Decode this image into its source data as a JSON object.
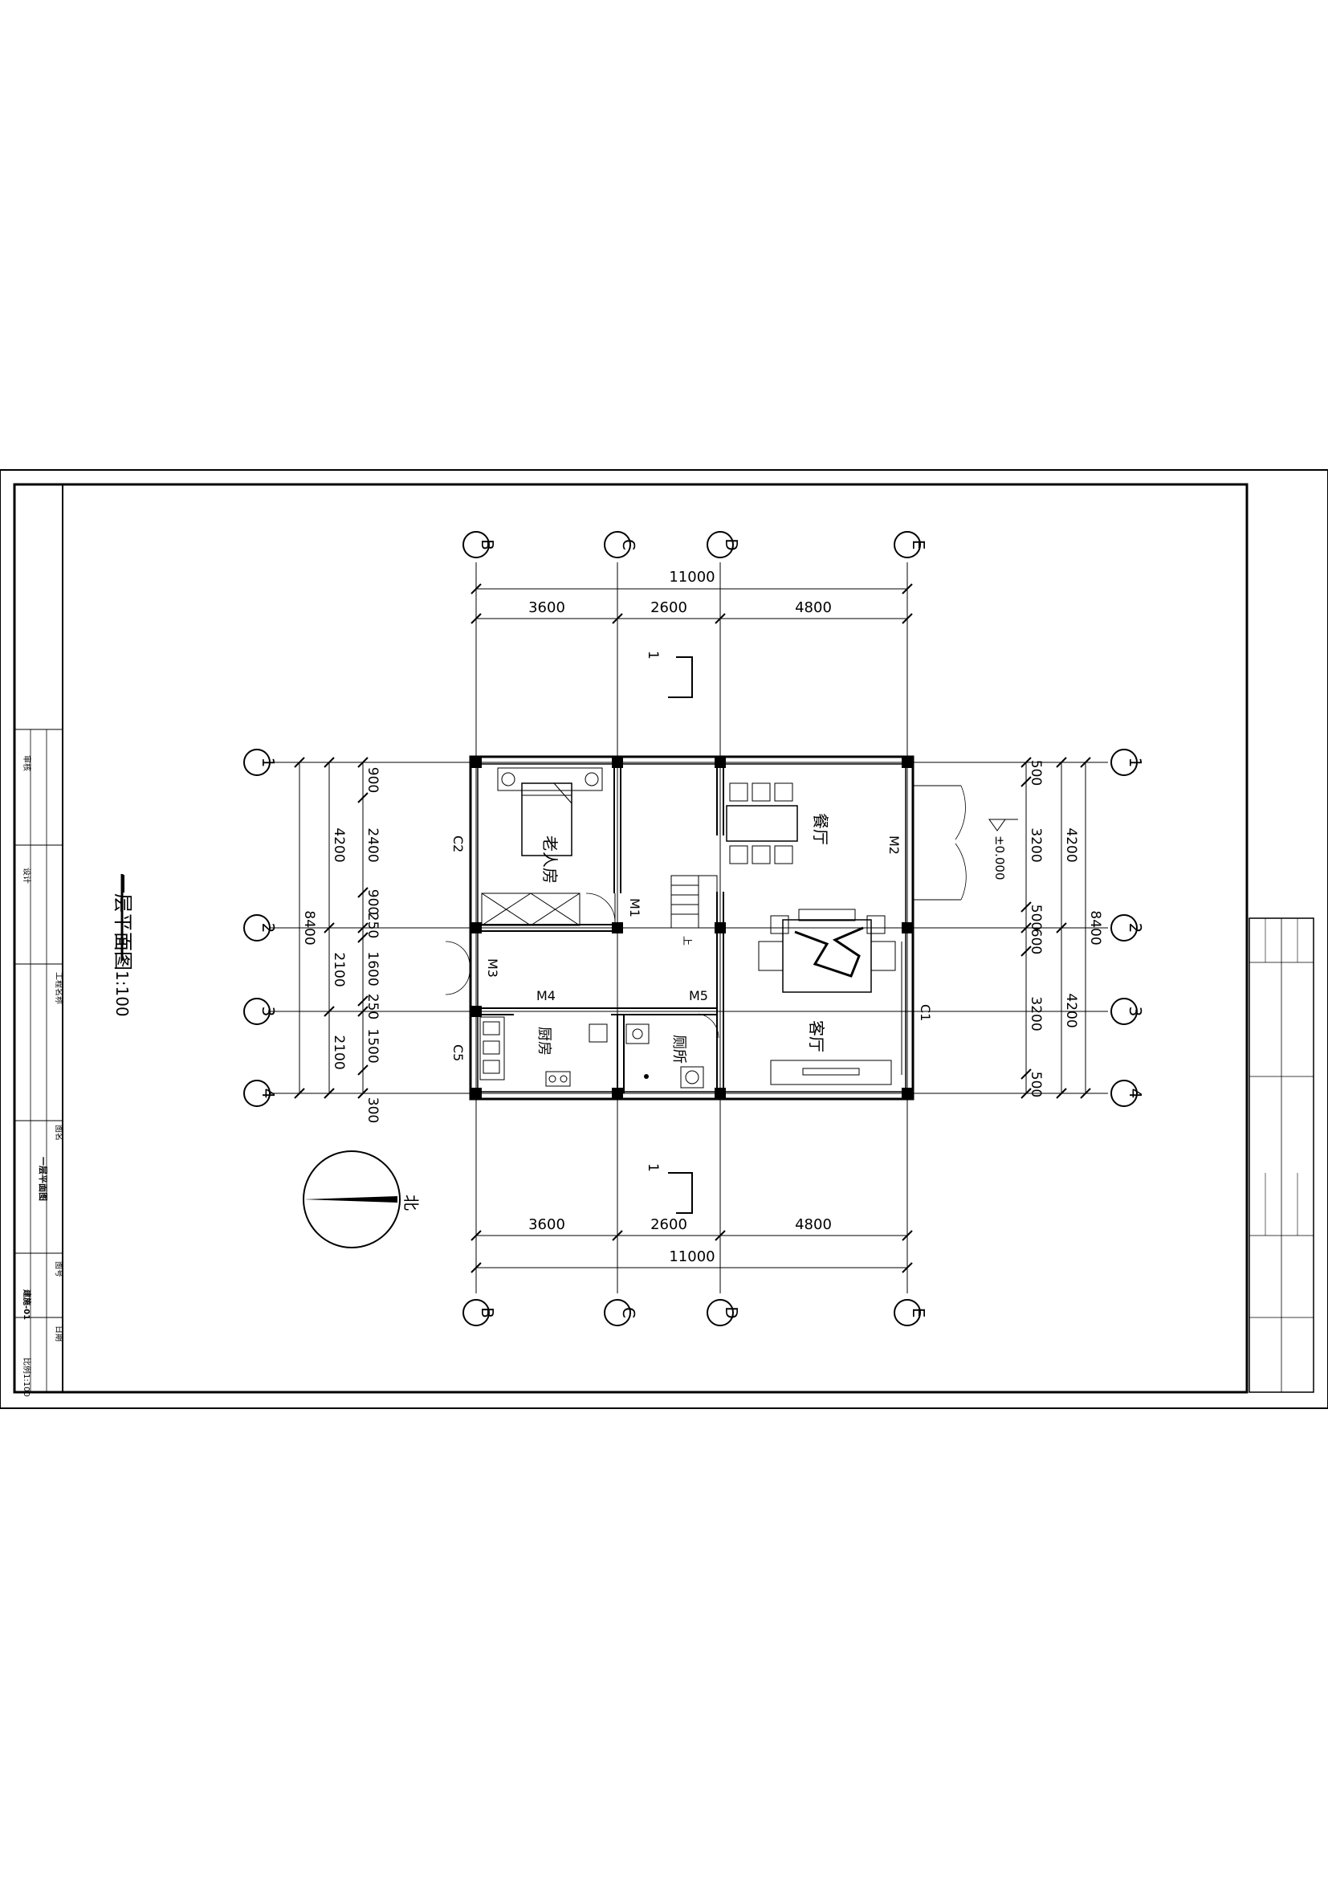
{
  "drawing": {
    "title": "一层平面图",
    "scale": "1:100"
  },
  "grid": {
    "columns": [
      "B",
      "C",
      "D",
      "E"
    ],
    "rows": [
      "1",
      "2",
      "3",
      "4"
    ]
  },
  "dims": {
    "top_total": "11000",
    "top_segments": [
      "3600",
      "2600",
      "4800"
    ],
    "bottom_total": "11000",
    "bottom_segments": [
      "3600",
      "2600",
      "4800"
    ],
    "left_total": "8400",
    "left_major": [
      "4200",
      "2100",
      "2100"
    ],
    "left_minor": [
      "900",
      "2400",
      "900",
      "250",
      "1600",
      "250",
      "1500",
      "300"
    ],
    "right_total": "8400",
    "right_major": [
      "4200",
      "4200"
    ],
    "right_minor": [
      "500",
      "3200",
      "500",
      "600",
      "3200",
      "500"
    ]
  },
  "rooms": {
    "elder_room": "老人房",
    "dining": "餐厅",
    "living": "客厅",
    "kitchen": "厨房",
    "toilet": "厕所"
  },
  "openings": {
    "m1": "M1",
    "m2": "M2",
    "m3": "M3",
    "m4": "M4",
    "m5": "M5",
    "c1": "C1",
    "c2": "C2",
    "c5": "C5"
  },
  "marks": {
    "level": "±0.000",
    "section": "1",
    "north": "北",
    "stair_up": "上"
  },
  "title_block": {
    "project_label": "工程名称",
    "drawing_label": "图名",
    "drawing_name": "一层平面图",
    "number_label": "图号",
    "number_value": "建施-01",
    "date_label": "日期",
    "scale_label": "比例",
    "scale_value": "1:100",
    "review_label": "审核",
    "design_label": "设计"
  }
}
